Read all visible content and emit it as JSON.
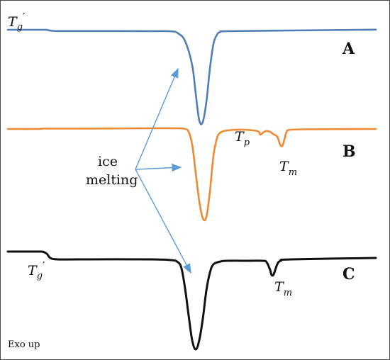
{
  "chart_data": {
    "type": "line",
    "title": "",
    "xlabel": "",
    "ylabel": "",
    "grid": false,
    "legend": "none",
    "corner_note": "Exo up",
    "series": [
      {
        "name": "A",
        "color": "#4f7fb4",
        "x": [
          0,
          50,
          55,
          60,
          70,
          100,
          200,
          230,
          240,
          250,
          260,
          265,
          270,
          275,
          280,
          285,
          290,
          295,
          300,
          310,
          400,
          519
        ],
        "y": [
          0,
          0,
          -0.2,
          -1.2,
          -1.8,
          -1.8,
          -1.9,
          -2.2,
          -5,
          -16,
          -50,
          -90,
          -128,
          -130,
          -102,
          -55,
          -20,
          -7,
          -3,
          -2,
          -1,
          0.2
        ]
      },
      {
        "name": "B",
        "color": "#ee8a33",
        "x": [
          0,
          45,
          50,
          100,
          200,
          240,
          250,
          255,
          260,
          265,
          270,
          275,
          280,
          285,
          290,
          295,
          300,
          310,
          330,
          352,
          356,
          360,
          364,
          370,
          374,
          380,
          384,
          387,
          390,
          393,
          396,
          400,
          420,
          519
        ],
        "y": [
          0,
          0,
          0.5,
          0.5,
          1,
          1,
          0,
          -4,
          -22,
          -62,
          -102,
          -126,
          -124,
          -88,
          -38,
          -13,
          -5,
          -2,
          -1,
          -3,
          -8,
          -5,
          -3,
          -4,
          -7,
          -11,
          -22,
          -24,
          -15,
          -4,
          -1.5,
          -1,
          -0.5,
          0
        ]
      },
      {
        "name": "C",
        "color": "#111111",
        "x": [
          0,
          45,
          50,
          55,
          60,
          70,
          100,
          200,
          230,
          240,
          245,
          250,
          255,
          260,
          265,
          270,
          275,
          280,
          285,
          290,
          300,
          310,
          340,
          360,
          365,
          370,
          372,
          375,
          380,
          385,
          400,
          519
        ],
        "y": [
          0,
          0,
          -0.5,
          -3,
          -9,
          -11,
          -11,
          -11,
          -12,
          -15,
          -24,
          -52,
          -90,
          -125,
          -138,
          -125,
          -95,
          -55,
          -30,
          -18,
          -14,
          -13,
          -13,
          -13,
          -15,
          -26,
          -33,
          -32,
          -18,
          -13,
          -11,
          -9
        ]
      }
    ],
    "annotations": [
      {
        "id": "tg-a",
        "text": "T",
        "sub": "g",
        "prime": true
      },
      {
        "id": "label-a",
        "text": "A"
      },
      {
        "id": "tp-b",
        "text": "T",
        "sub": "p"
      },
      {
        "id": "tm-b",
        "text": "T",
        "sub": "m"
      },
      {
        "id": "label-b",
        "text": "B"
      },
      {
        "id": "ice-1",
        "text": "ice"
      },
      {
        "id": "ice-2",
        "text": "melting"
      },
      {
        "id": "tg-c",
        "text": "T",
        "sub": "g",
        "prime": true
      },
      {
        "id": "tm-c",
        "text": "T",
        "sub": "m"
      },
      {
        "id": "label-c",
        "text": "C"
      }
    ],
    "arrow_color": "#5b9bd5"
  }
}
